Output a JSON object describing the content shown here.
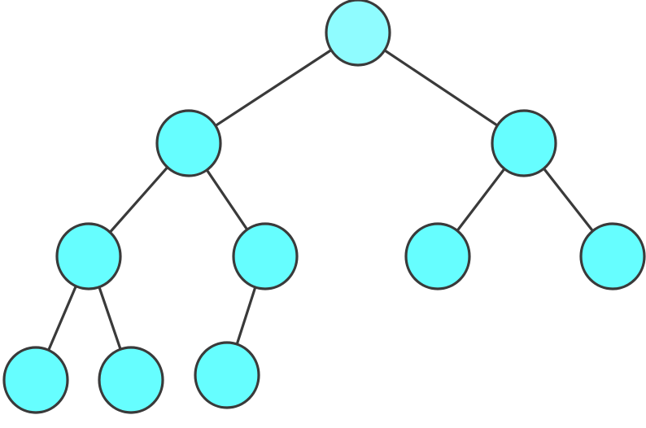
{
  "tree": {
    "stroke_color": "#3a3a3a",
    "nodes": [
      {
        "id": "root",
        "depth": 0,
        "fill": "#8ffcff"
      },
      {
        "id": "n1",
        "depth": 1,
        "fill": "#66feff"
      },
      {
        "id": "n2",
        "depth": 1,
        "fill": "#66feff"
      },
      {
        "id": "n1a",
        "depth": 2,
        "fill": "#66feff"
      },
      {
        "id": "n1b",
        "depth": 2,
        "fill": "#66feff"
      },
      {
        "id": "n2a",
        "depth": 2,
        "fill": "#66feff"
      },
      {
        "id": "n2b",
        "depth": 2,
        "fill": "#66feff"
      },
      {
        "id": "n1a-l",
        "depth": 3,
        "fill": "#66feff"
      },
      {
        "id": "n1a-r",
        "depth": 3,
        "fill": "#66feff"
      },
      {
        "id": "n1b-l",
        "depth": 3,
        "fill": "#66feff"
      }
    ],
    "edges": [
      [
        "root",
        "n1"
      ],
      [
        "root",
        "n2"
      ],
      [
        "n1",
        "n1a"
      ],
      [
        "n1",
        "n1b"
      ],
      [
        "n2",
        "n2a"
      ],
      [
        "n2",
        "n2b"
      ],
      [
        "n1a",
        "n1a-l"
      ],
      [
        "n1a",
        "n1a-r"
      ],
      [
        "n1b",
        "n1b-l"
      ]
    ]
  }
}
